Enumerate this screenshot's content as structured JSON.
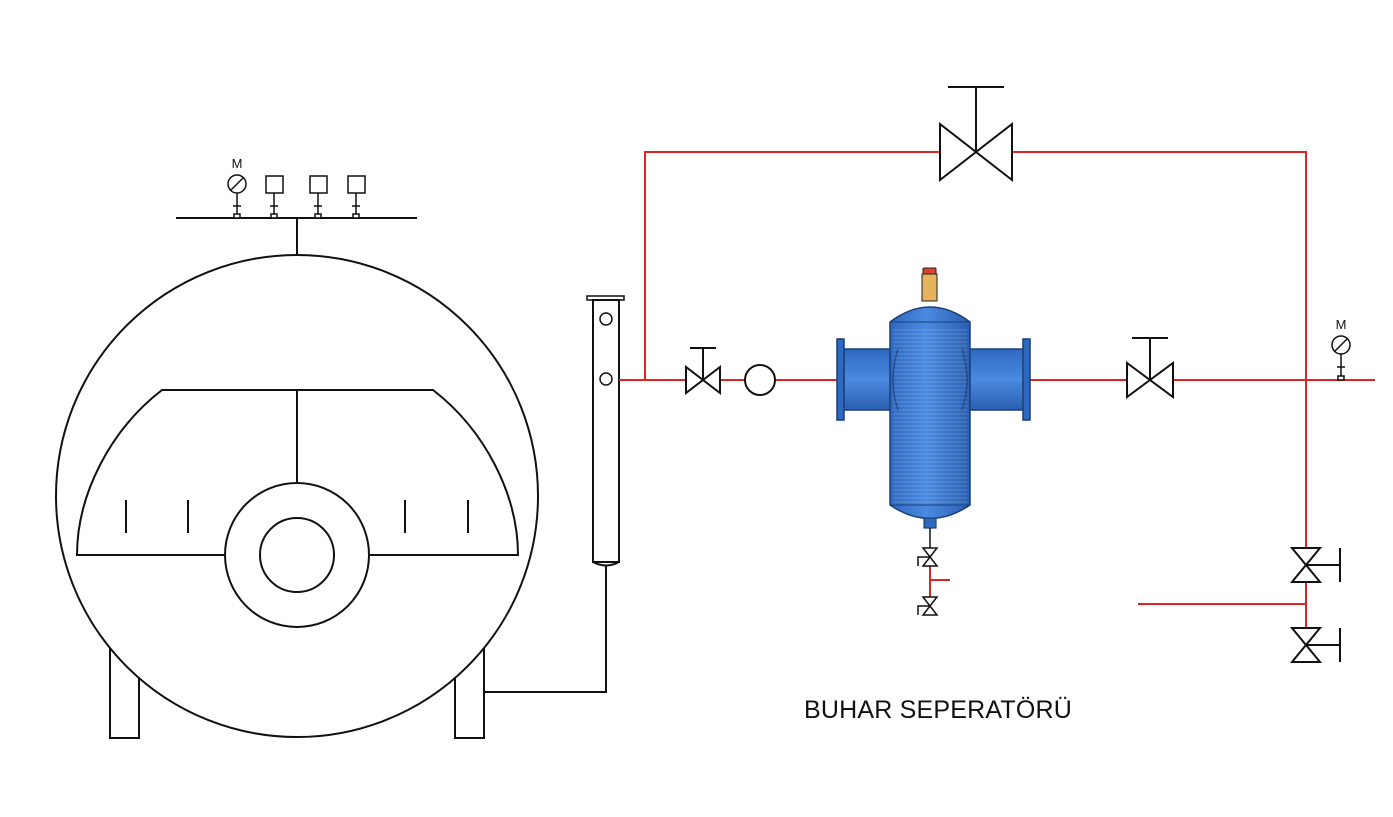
{
  "title": "BUHAR SEPERATÖRÜ",
  "gauges": {
    "boiler_gauge_label": "M",
    "outlet_gauge_label": "M"
  },
  "colors": {
    "pipe": "#e02424",
    "line": "#111111",
    "separator_body": "#3a7bd5",
    "separator_dark": "#1f4f96",
    "vent_brass": "#e6b35c",
    "vent_cap": "#d9432f"
  },
  "icons": {
    "gate_valve": "bowtie-valve-icon",
    "pressure_gauge": "pressure-gauge-icon",
    "sight_glass": "sight-glass-icon",
    "steam_separator": "steam-separator-icon"
  }
}
